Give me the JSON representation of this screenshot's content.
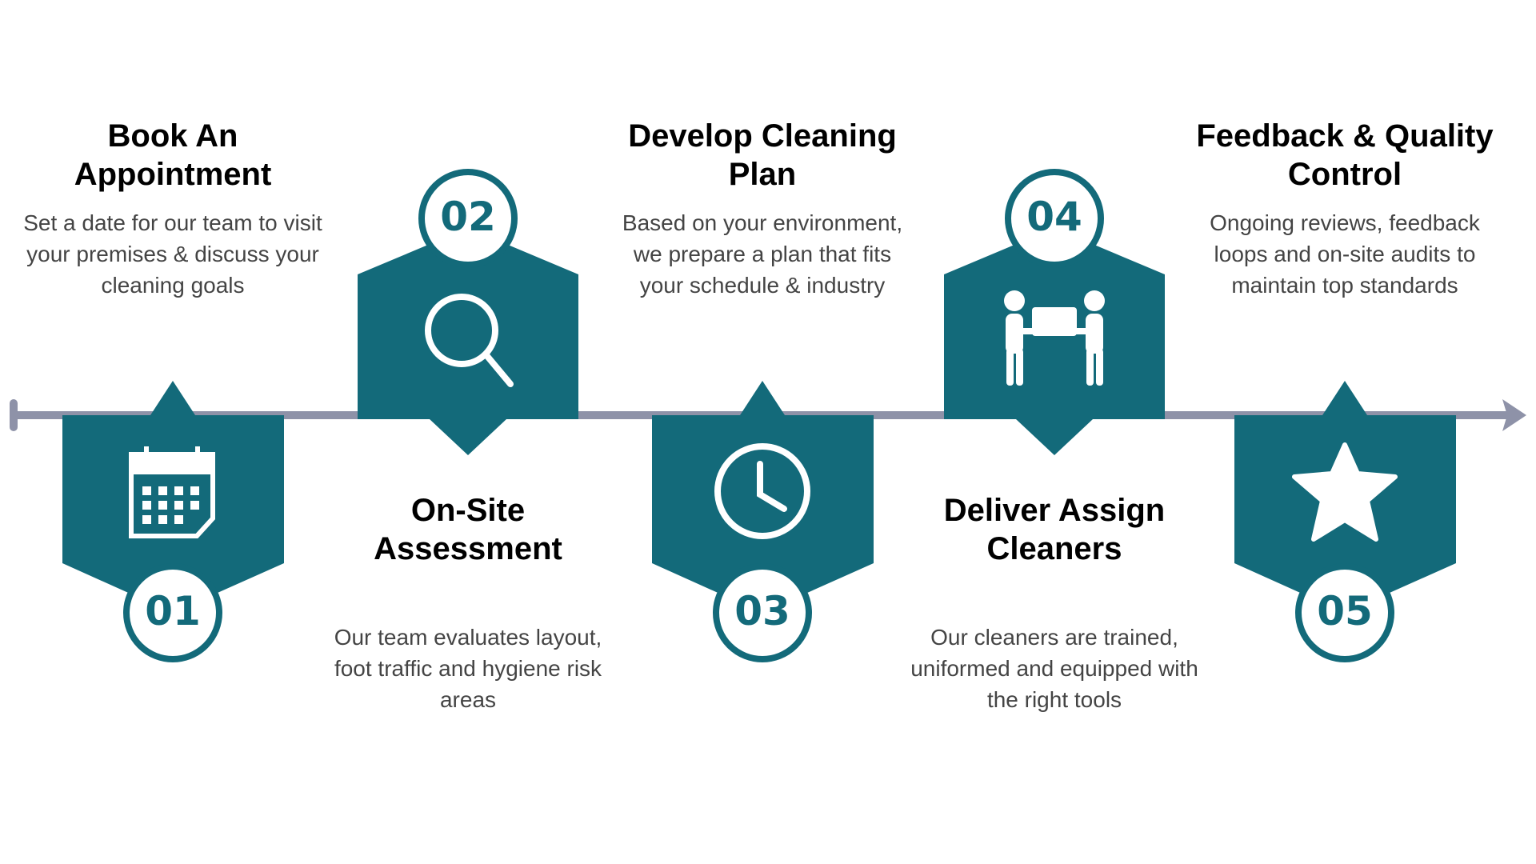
{
  "colors": {
    "accent": "#136a7a",
    "timeline": "#8e92a8",
    "text": "#444444"
  },
  "steps": [
    {
      "number": "01",
      "title": "Book An Appointment",
      "description": "Set a date for our team to visit your premises & discuss your cleaning goals",
      "icon": "calendar-icon"
    },
    {
      "number": "02",
      "title": "On-Site Assessment",
      "description": "Our team evaluates layout, foot traffic and hygiene risk areas",
      "icon": "magnifier-icon"
    },
    {
      "number": "03",
      "title": "Develop Cleaning Plan",
      "description": "Based on your environment, we prepare a plan that fits your schedule & industry",
      "icon": "clock-icon"
    },
    {
      "number": "04",
      "title": "Deliver Assign Cleaners",
      "description": "Our cleaners are trained, uniformed and equipped with the right tools",
      "icon": "people-carrying-icon"
    },
    {
      "number": "05",
      "title": "Feedback & Quality Control",
      "description": "Ongoing reviews, feedback loops and on-site audits to maintain top standards",
      "icon": "star-icon"
    }
  ]
}
